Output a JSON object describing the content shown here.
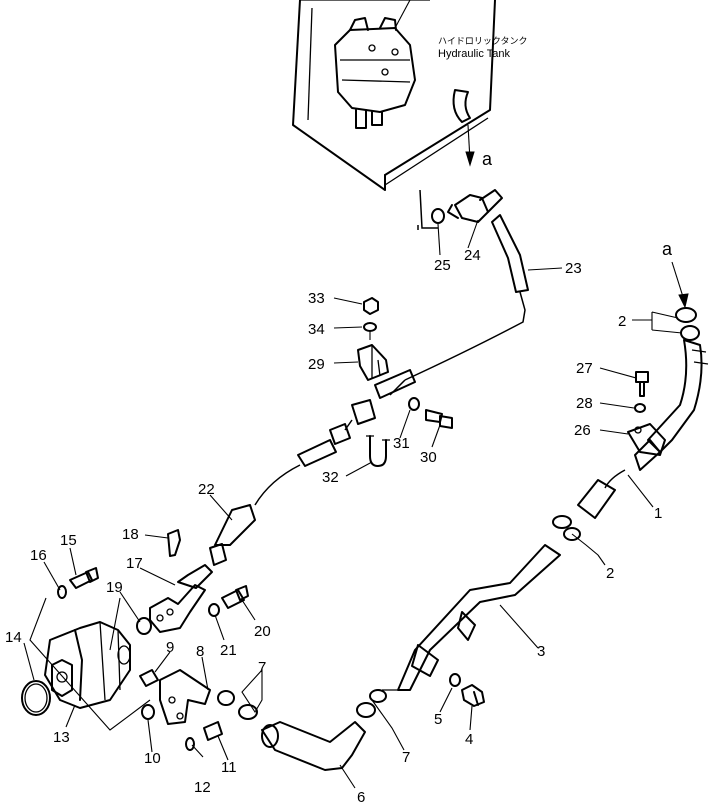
{
  "tank_label": {
    "japanese": "ハイドロリックタンク",
    "english": "Hydraulic  Tank"
  },
  "connection_label": "a",
  "callouts": [
    "1",
    "2",
    "3",
    "4",
    "5",
    "6",
    "7",
    "8",
    "9",
    "10",
    "11",
    "12",
    "13",
    "14",
    "15",
    "16",
    "17",
    "18",
    "19",
    "20",
    "21",
    "22",
    "23",
    "24",
    "25",
    "26",
    "27",
    "28",
    "29",
    "30",
    "31",
    "32",
    "33",
    "34"
  ]
}
